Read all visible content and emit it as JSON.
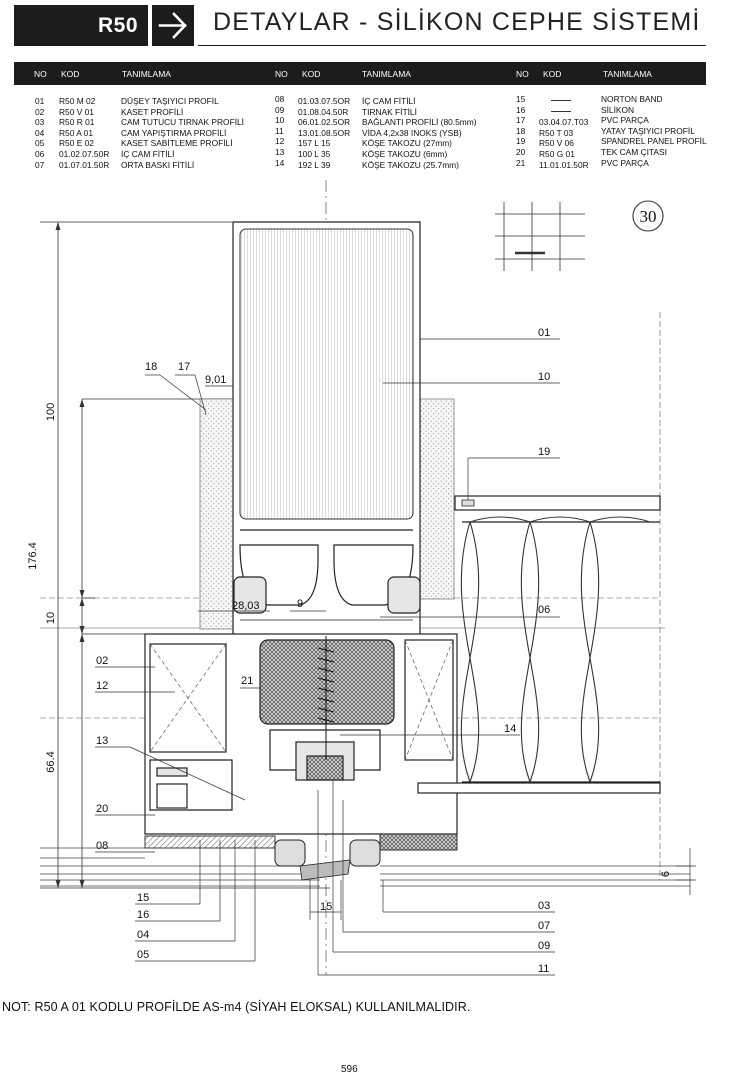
{
  "header": {
    "code": "R50",
    "title": "DETAYLAR - SİLİKON CEPHE SİSTEMİ"
  },
  "table": {
    "columns": [
      {
        "no": "NO",
        "kod": "KOD",
        "tanimlama": "TANIMLAMA"
      },
      {
        "no": "NO",
        "kod": "KOD",
        "tanimlama": "TANIMLAMA"
      },
      {
        "no": "NO",
        "kod": "KOD",
        "tanimlama": "TANIMLAMA"
      }
    ],
    "group1": {
      "no": [
        "01",
        "02",
        "03",
        "04",
        "05",
        "06",
        "07"
      ],
      "kod": [
        "R50 M 02",
        "R50 V 01",
        "R50 R 01",
        "R50 A 01",
        "R50 E 02",
        "01.02.07.50R",
        "01.07.01.50R"
      ],
      "tanimlama": [
        "DÜŞEY TAŞIYICI PROFİL",
        "KASET PROFİLİ",
        "CAM TUTUCU TIRNAK PROFİLİ",
        "CAM YAPIŞTIRMA PROFİLİ",
        "KASET SABİTLEME PROFİLİ",
        "İÇ CAM FİTİLİ",
        "ORTA BASKI FİTİLİ"
      ]
    },
    "group2": {
      "no": [
        "08",
        "09",
        "10",
        "11",
        "12",
        "13",
        "14"
      ],
      "kod": [
        "01.03.07.5OR",
        "01.08.04.50R",
        "06.01.02.5OR",
        "13.01.08.5OR",
        "157 L 15",
        "100 L 35",
        "192 L 39"
      ],
      "tanimlama": [
        "İÇ CAM FİTİLİ",
        "TIRNAK FİTİLİ",
        "BAĞLANTI PROFİLİ (80.5mm)",
        "VİDA 4,2x38 INOKS (YSB)",
        "KÖŞE TAKOZU (27mm)",
        "KÖŞE TAKOZU (6mm)",
        "KÖŞE TAKOZU (25.7mm)"
      ]
    },
    "group3": {
      "no": [
        "15",
        "16",
        "17",
        "18",
        "19",
        "20",
        "21"
      ],
      "kod": [
        "",
        "",
        "03.04.07.T03",
        "R50 T 03",
        "R50 V 06",
        "R50 G 01",
        "11.01.01.50R"
      ],
      "tanimlama": [
        "NORTON BAND",
        "SİLİKON",
        "PVC PARÇA",
        "YATAY TAŞIYICI PROFİL",
        "SPANDREL PANEL PROFİL",
        "TEK CAM ÇITASI",
        "PVC PARÇA"
      ]
    }
  },
  "drawing": {
    "detail_number": "30",
    "dims": {
      "d100": "100",
      "d176": "176.4",
      "d10": "10",
      "d66": "66.4",
      "d901": "9,01",
      "d2803": "28,03",
      "d9": "9",
      "d15": "15",
      "d6": "6"
    },
    "callouts": {
      "c01": "01",
      "c10": "10",
      "c18": "18",
      "c17": "17",
      "c19": "19",
      "c06": "06",
      "c02": "02",
      "c12": "12",
      "c21": "21",
      "c14": "14",
      "c13": "13",
      "c20": "20",
      "c08": "08",
      "c15": "15",
      "c16": "16",
      "c04": "04",
      "c05": "05",
      "c03": "03",
      "c07": "07",
      "c09": "09",
      "c11": "11"
    }
  },
  "note": "NOT:  R50 A 01 KODLU PROFİLDE AS-m4 (SİYAH ELOKSAL) KULLANILMALIDIR.",
  "page_number": "596"
}
